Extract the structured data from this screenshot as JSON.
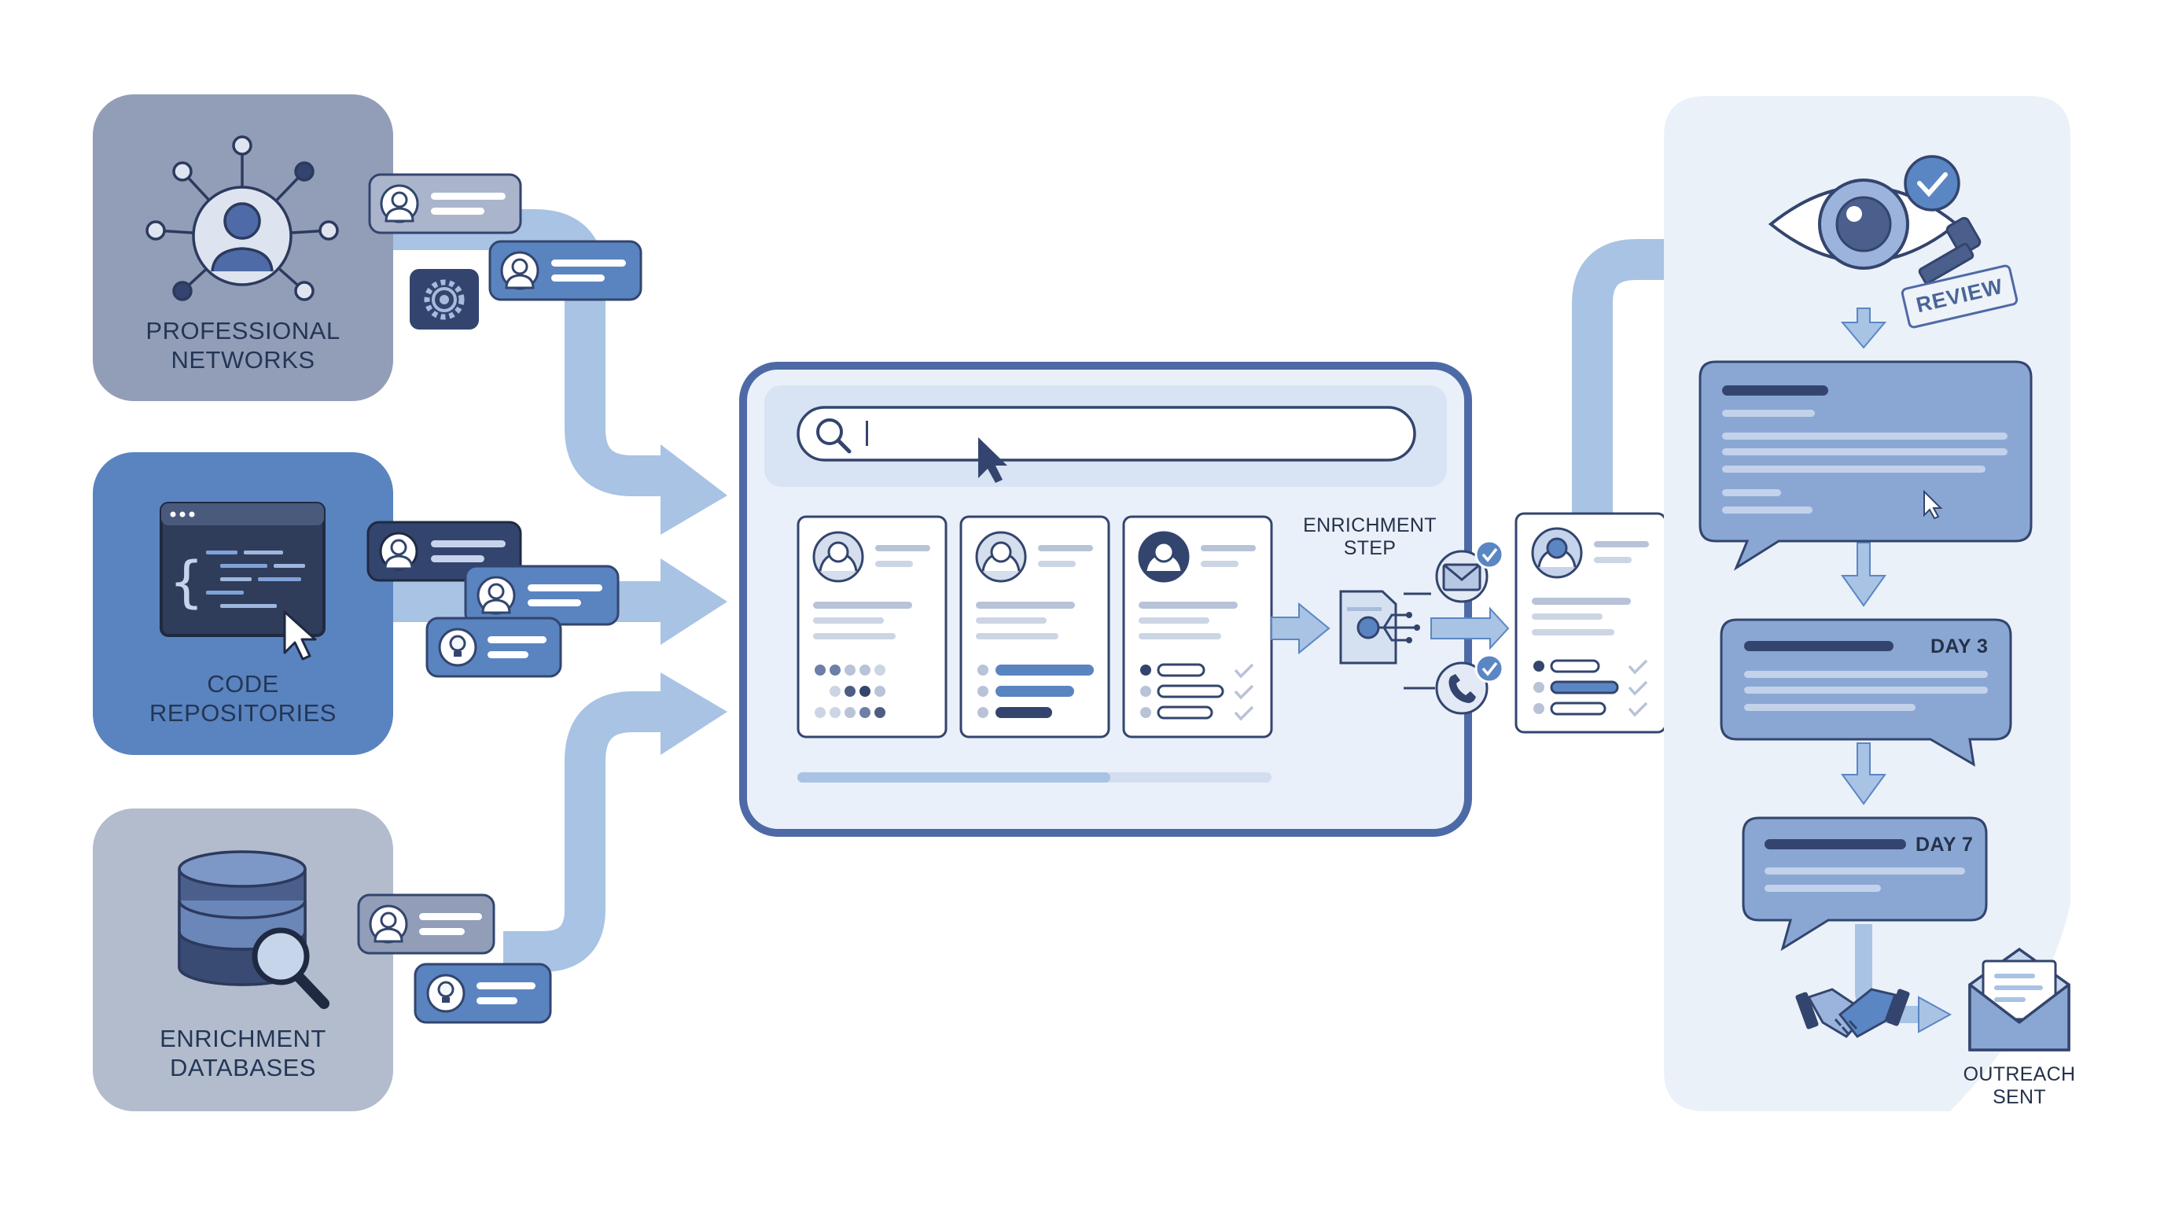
{
  "sources": [
    {
      "label_line1": "PROFESSIONAL",
      "label_line2": "NETWORKS",
      "icon": "network-profile-icon"
    },
    {
      "label_line1": "CODE",
      "label_line2": "REPOSITORIES",
      "icon": "code-editor-icon"
    },
    {
      "label_line1": "ENRICHMENT",
      "label_line2": "DATABASES",
      "icon": "database-search-icon"
    }
  ],
  "enrichment": {
    "label_line1": "ENRICHMENT",
    "label_line2": "STEP"
  },
  "review": {
    "stamp_text": "REVIEW"
  },
  "sequence": [
    {
      "day_label": ""
    },
    {
      "day_label": "DAY 3"
    },
    {
      "day_label": "DAY 7"
    }
  ],
  "outreach": {
    "label_line1": "OUTREACH",
    "label_line2": "SENT"
  },
  "colors": {
    "networks_panel": "#929eb8",
    "code_panel": "#5a84c0",
    "databases_panel": "#b2bccd",
    "arrow": "#a8c3e4",
    "dark_navy": "#33456e",
    "accent_blue": "#5b86c4",
    "light_panel": "#ebf1f9"
  }
}
